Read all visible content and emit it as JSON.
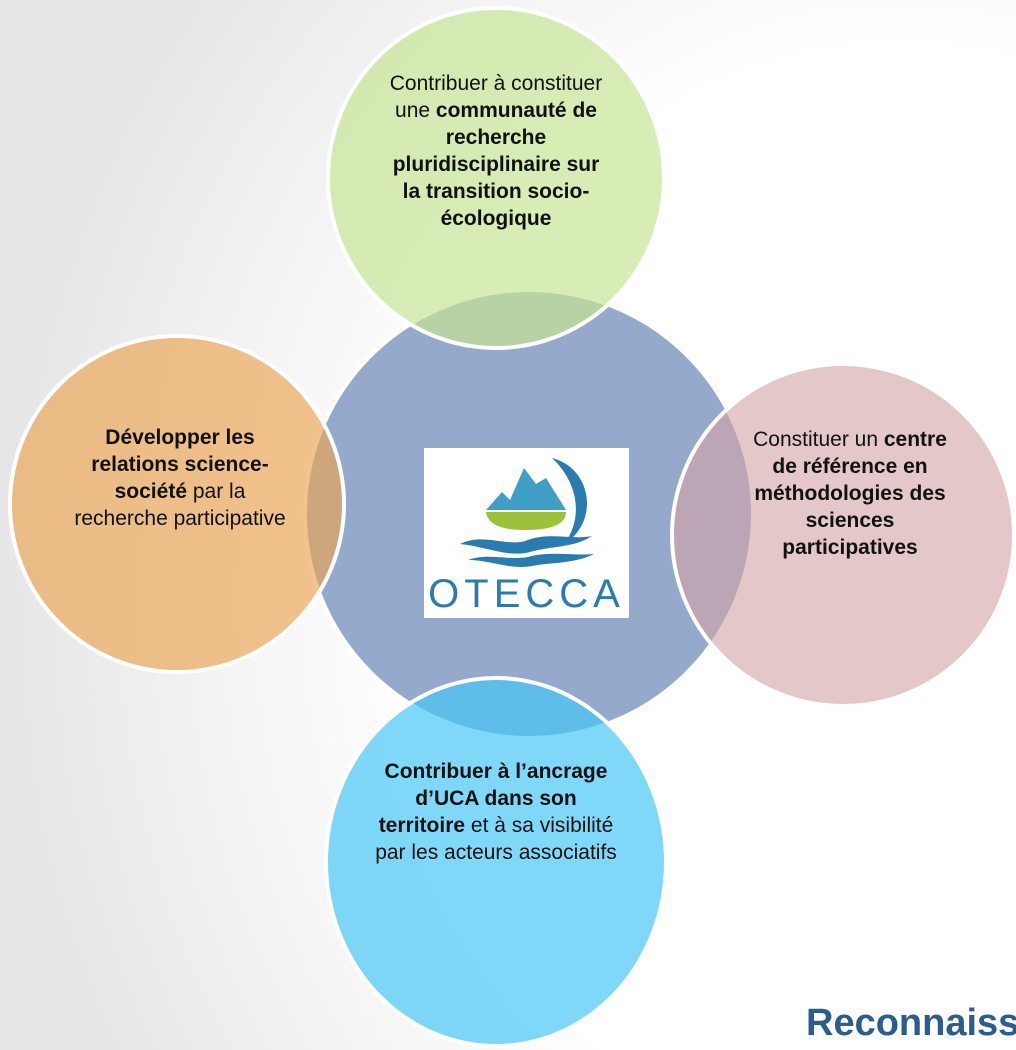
{
  "nodes": {
    "top": {
      "pre": "Contribuer à constituer une",
      "bold": "communauté de recherche pluridisciplinaire sur la transition socio-écologique",
      "post": ""
    },
    "left": {
      "pre": "",
      "bold": "Développer les relations science-société",
      "post": "par la recherche participative"
    },
    "right": {
      "pre": "Constituer un",
      "bold": "centre de référence en méthodologies des sciences participatives",
      "post": ""
    },
    "bottom": {
      "pre": "",
      "bold": "Contribuer à l’ancrage d’UCA dans son territoire",
      "post": "et à sa visibilité par les acteurs associatifs"
    }
  },
  "logo": {
    "text": "OTECCA",
    "icon": "mountain-wave-logo-icon"
  },
  "footer": {
    "title": "Reconnaissan"
  },
  "colors": {
    "center": "#95a9cc",
    "top": "#c8e496",
    "left": "#eca450",
    "right": "#d4a4a8",
    "bottom": "#48c8f5",
    "accent": "#2c5d8f"
  }
}
